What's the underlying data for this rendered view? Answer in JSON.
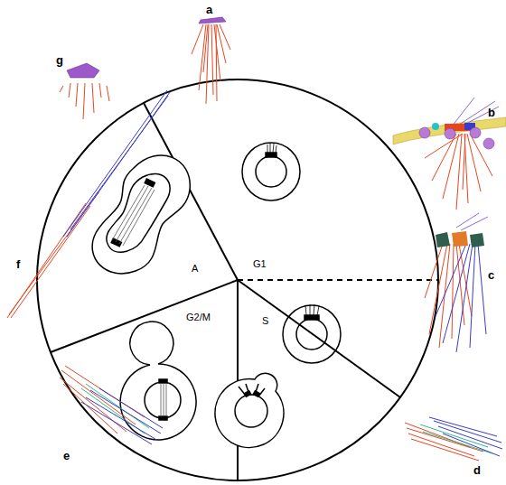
{
  "diagram": {
    "labels": [
      "a",
      "b",
      "c",
      "d",
      "e",
      "f",
      "g",
      "G1",
      "S",
      "G2/M",
      "A"
    ]
  }
}
